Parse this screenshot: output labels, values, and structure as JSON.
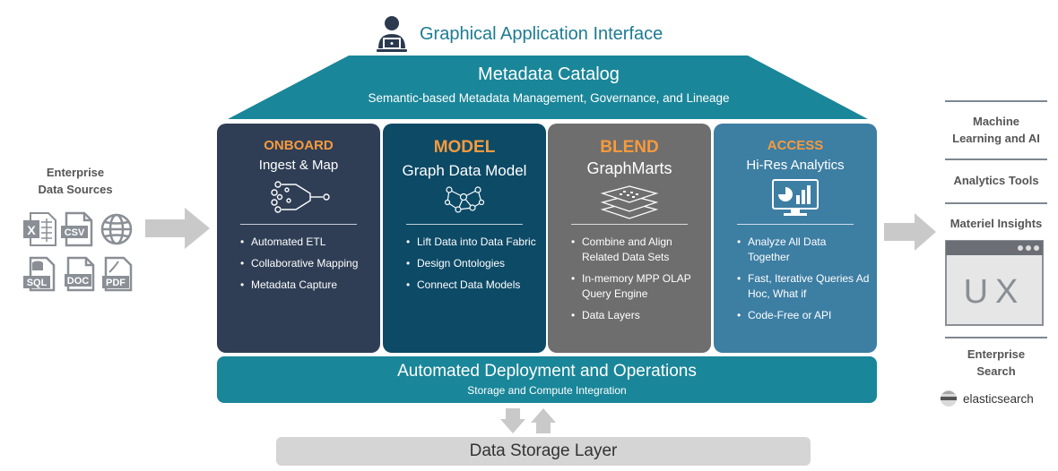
{
  "header": {
    "title": "Graphical Application Interface",
    "icon": "user-laptop-icon"
  },
  "catalog": {
    "title": "Metadata Catalog",
    "subtitle": "Semantic-based Metadata Management, Governance, and Lineage"
  },
  "pillars": [
    {
      "heading": "ONBOARD",
      "subheading": "Ingest & Map",
      "icon": "funnel-icon",
      "bullets": [
        "Automated ETL",
        "Collaborative Mapping",
        "Metadata Capture"
      ]
    },
    {
      "heading": "MODEL",
      "subheading": "Graph Data Model",
      "icon": "graph-network-icon",
      "bullets": [
        "Lift Data into Data Fabric",
        "Design Ontologies",
        "Connect Data Models"
      ]
    },
    {
      "heading": "BLEND",
      "subheading": "GraphMarts",
      "icon": "stacked-layers-icon",
      "bullets": [
        "Combine and Align Related Data Sets",
        "In-memory MPP OLAP Query Engine",
        "Data Layers"
      ]
    },
    {
      "heading": "ACCESS",
      "subheading": "Hi-Res Analytics",
      "icon": "analytics-monitor-icon",
      "bullets": [
        "Analyze All Data Together",
        "Fast, Iterative Queries Ad Hoc, What if",
        "Code-Free or API"
      ]
    }
  ],
  "deployment": {
    "title": "Automated Deployment and Operations",
    "subtitle": "Storage and Compute Integration"
  },
  "storage": {
    "title": "Data Storage Layer"
  },
  "sources": {
    "title_line1": "Enterprise",
    "title_line2": "Data Sources",
    "file_types": [
      "X",
      "CSV",
      "SQL",
      "DOC",
      "PDF"
    ]
  },
  "outputs": {
    "ml_line1": "Machine",
    "ml_line2": "Learning and AI",
    "analytics_tools": "Analytics Tools",
    "materiel_insights": "Materiel Insights",
    "ux_label": "UX",
    "search_line1": "Enterprise",
    "search_line2": "Search",
    "elasticsearch": "elasticsearch"
  },
  "colors": {
    "roof": "#1a8699",
    "onboard": "#2f3e55",
    "model": "#0c4a66",
    "blend": "#6e6e6e",
    "access": "#3d7ea3",
    "accent": "#f79a3d",
    "arrow": "#c9c9c9"
  }
}
